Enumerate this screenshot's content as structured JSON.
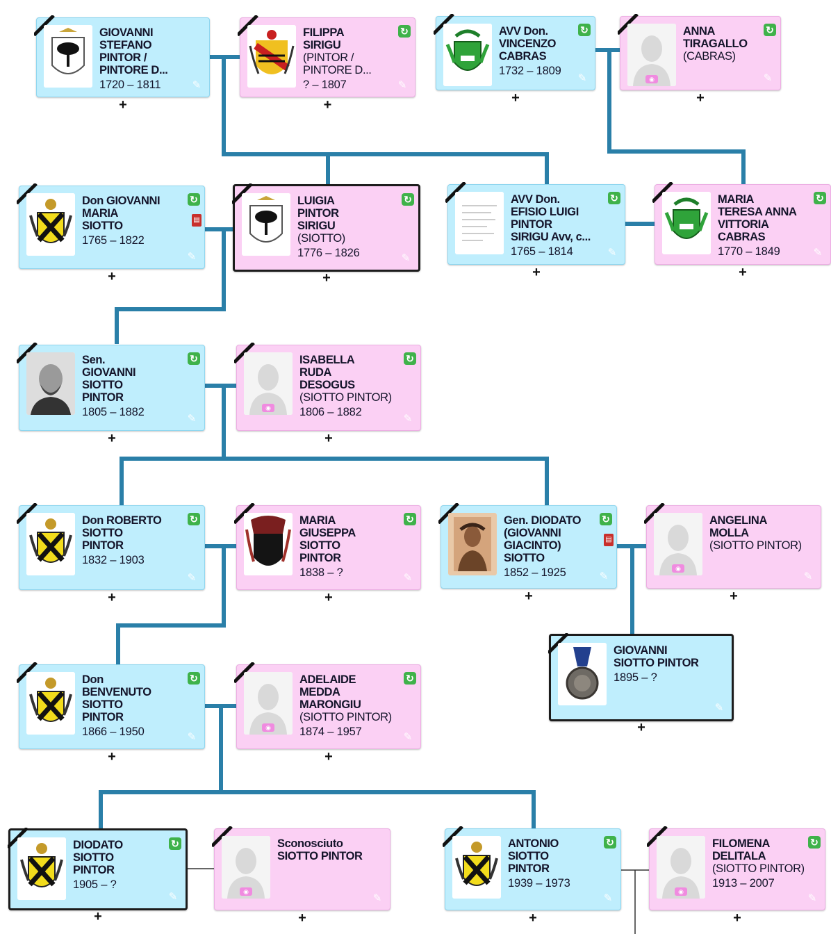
{
  "people": [
    {
      "id": "p1",
      "gender": "male",
      "name": [
        "GIOVANNI",
        "STEFANO",
        "PINTOR /",
        "PINTORE D..."
      ],
      "maiden": "",
      "dates": "1720 – 1811",
      "photo": "crest-tree",
      "sync": false,
      "doc": false
    },
    {
      "id": "p2",
      "gender": "female",
      "name": [
        "FILIPPA",
        "SIRIGU"
      ],
      "maiden": "(PINTOR / PINTORE D...",
      "dates": "? – 1807",
      "photo": "crest-red",
      "sync": true,
      "doc": false
    },
    {
      "id": "p3",
      "gender": "male",
      "name": [
        "AVV Don.",
        "VINCENZO",
        "CABRAS"
      ],
      "maiden": "",
      "dates": "1732 – 1809",
      "photo": "crest-green",
      "sync": true,
      "doc": false
    },
    {
      "id": "p4",
      "gender": "female",
      "name": [
        "ANNA",
        "TIRAGALLO"
      ],
      "maiden": "(CABRAS)",
      "dates": "",
      "photo": "silhouette",
      "sync": true,
      "doc": false
    },
    {
      "id": "p5",
      "gender": "male",
      "name": [
        "Don GIOVANNI",
        "MARIA",
        "SIOTTO"
      ],
      "maiden": "",
      "dates": "1765 – 1822",
      "photo": "crest-yellow",
      "sync": true,
      "doc": true
    },
    {
      "id": "p6",
      "gender": "female",
      "name": [
        "LUIGIA",
        "PINTOR",
        "SIRIGU"
      ],
      "maiden": "(SIOTTO)",
      "dates": "1776 – 1826",
      "photo": "crest-tree",
      "sync": true,
      "doc": false
    },
    {
      "id": "p7",
      "gender": "male",
      "name": [
        "AVV Don.",
        "EFISIO LUIGI",
        "PINTOR",
        "SIRIGU Avv, c..."
      ],
      "maiden": "",
      "dates": "1765 – 1814",
      "photo": "document",
      "sync": true,
      "doc": false
    },
    {
      "id": "p8",
      "gender": "female",
      "name": [
        "MARIA",
        "TERESA ANNA",
        "VITTORIA",
        "CABRAS"
      ],
      "maiden": "",
      "dates": "1770 – 1849",
      "photo": "crest-green",
      "sync": true,
      "doc": false
    },
    {
      "id": "p9",
      "gender": "male",
      "name": [
        "Sen.",
        "GIOVANNI",
        "SIOTTO",
        "PINTOR"
      ],
      "maiden": "",
      "dates": "1805 – 1882",
      "photo": "portrait-man",
      "sync": true,
      "doc": false
    },
    {
      "id": "p10",
      "gender": "female",
      "name": [
        "ISABELLA",
        "RUDA",
        "DESOGUS"
      ],
      "maiden": "(SIOTTO PINTOR)",
      "dates": "1806 – 1882",
      "photo": "silhouette",
      "sync": true,
      "doc": false
    },
    {
      "id": "p11",
      "gender": "male",
      "name": [
        "Don ROBERTO",
        "SIOTTO",
        "PINTOR"
      ],
      "maiden": "",
      "dates": "1832 – 1903",
      "photo": "crest-yellow",
      "sync": true,
      "doc": false
    },
    {
      "id": "p12",
      "gender": "female",
      "name": [
        "MARIA",
        "GIUSEPPA",
        "SIOTTO",
        "PINTOR"
      ],
      "maiden": "",
      "dates": "1838 – ?",
      "photo": "crest-black",
      "sync": true,
      "doc": false
    },
    {
      "id": "p13",
      "gender": "male",
      "name": [
        "Gen. DIODATO",
        "(GIOVANNI",
        "GIACINTO)",
        "SIOTTO"
      ],
      "maiden": "",
      "dates": "1852 – 1925",
      "photo": "portrait-sepia",
      "sync": true,
      "doc": true
    },
    {
      "id": "p14",
      "gender": "female",
      "name": [
        "ANGELINA",
        "MOLLA"
      ],
      "maiden": "(SIOTTO PINTOR)",
      "dates": "",
      "photo": "silhouette",
      "sync": false,
      "doc": false
    },
    {
      "id": "p15",
      "gender": "male",
      "name": [
        "GIOVANNI",
        "SIOTTO PINTOR"
      ],
      "maiden": "",
      "dates": "1895 – ?",
      "photo": "medal",
      "sync": false,
      "doc": false
    },
    {
      "id": "p16",
      "gender": "male",
      "name": [
        "Don",
        "BENVENUTO",
        "SIOTTO",
        "PINTOR"
      ],
      "maiden": "",
      "dates": "1866 – 1950",
      "photo": "crest-yellow",
      "sync": true,
      "doc": false
    },
    {
      "id": "p17",
      "gender": "female",
      "name": [
        "ADELAIDE",
        "MEDDA",
        "MARONGIU"
      ],
      "maiden": "(SIOTTO PINTOR)",
      "dates": "1874 – 1957",
      "photo": "silhouette",
      "sync": true,
      "doc": false
    },
    {
      "id": "p18",
      "gender": "male",
      "name": [
        "DIODATO",
        "SIOTTO",
        "PINTOR"
      ],
      "maiden": "",
      "dates": "1905 – ?",
      "photo": "crest-yellow",
      "sync": true,
      "doc": false
    },
    {
      "id": "p19",
      "gender": "female",
      "name": [
        "Sconosciuto",
        "SIOTTO PINTOR"
      ],
      "maiden": "",
      "dates": "",
      "photo": "silhouette",
      "sync": false,
      "doc": false
    },
    {
      "id": "p20",
      "gender": "male",
      "name": [
        "ANTONIO",
        "SIOTTO",
        "PINTOR"
      ],
      "maiden": "",
      "dates": "1939 – 1973",
      "photo": "crest-yellow",
      "sync": true,
      "doc": false
    },
    {
      "id": "p21",
      "gender": "female",
      "name": [
        "FILOMENA",
        "DELITALA"
      ],
      "maiden": "(SIOTTO PINTOR)",
      "dates": "1913 – 2007",
      "photo": "silhouette",
      "sync": true,
      "doc": false
    }
  ],
  "icons": {
    "sync": "sync-icon",
    "doc": "document-icon",
    "edit": "pencil-icon",
    "add": "plus-icon",
    "camera": "camera-icon"
  },
  "colors": {
    "male_card": "#bfeefd",
    "female_card": "#fbd0f4",
    "connector": "#2a7fa8",
    "sync_badge": "#3fb24a",
    "doc_badge": "#c8302c"
  }
}
